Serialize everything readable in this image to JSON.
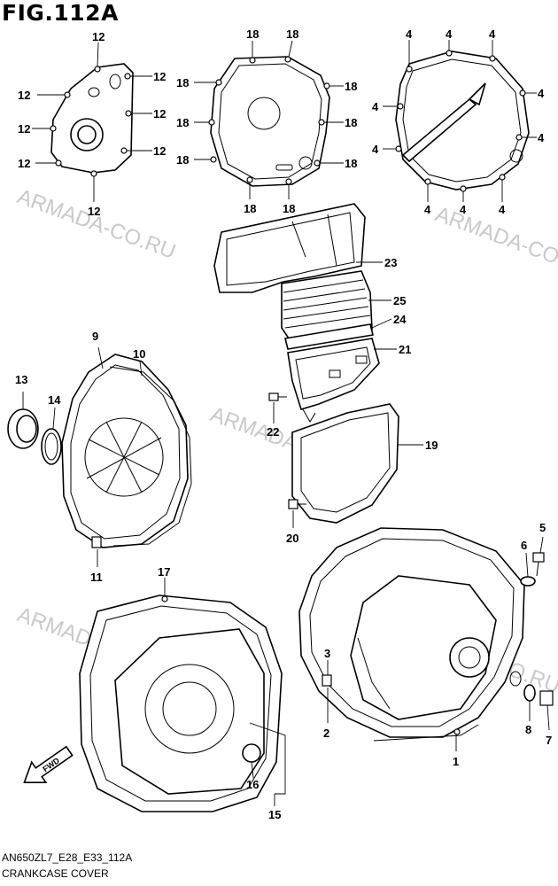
{
  "figure": {
    "title": "FIG.112A",
    "model_code": "AN650ZL7_E28_E33_112A",
    "caption": "CRANKCASE COVER"
  },
  "watermark": "ARMADA-CO.RU",
  "callouts": {
    "c1": "1",
    "c2": "2",
    "c3": "3",
    "c4": "4",
    "c5": "5",
    "c6": "6",
    "c7": "7",
    "c8": "8",
    "c9": "9",
    "c10": "10",
    "c11": "11",
    "c12": "12",
    "c13": "13",
    "c14": "14",
    "c15": "15",
    "c16": "16",
    "c17": "17",
    "c18": "18",
    "c19": "19",
    "c20": "20",
    "c21": "21",
    "c22": "22",
    "c23": "23",
    "c24": "24",
    "c25": "25"
  },
  "fwd_arrow_label": "FWD"
}
